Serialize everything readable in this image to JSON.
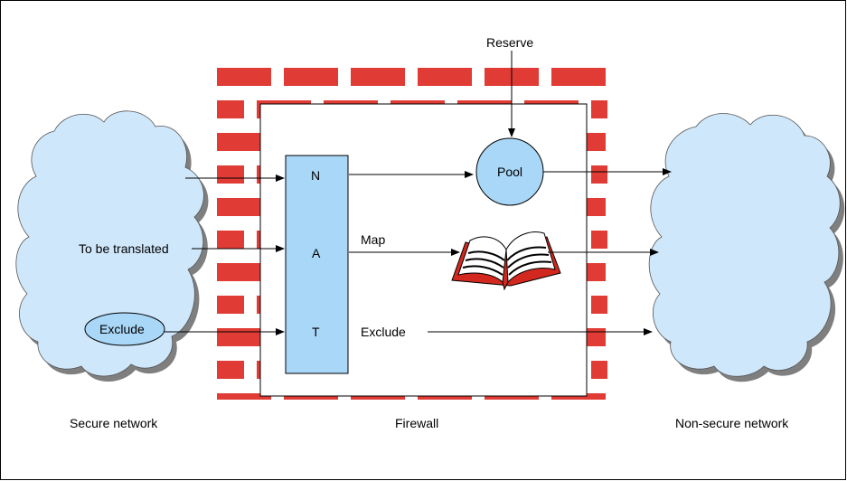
{
  "labels": {
    "reserve": "Reserve",
    "pool": "Pool",
    "nat_n": "N",
    "nat_a": "A",
    "nat_t": "T",
    "map": "Map",
    "exclude_flow": "Exclude",
    "to_be_translated": "To be translated",
    "exclude_bubble": "Exclude",
    "secure_network": "Secure network",
    "firewall": "Firewall",
    "non_secure_network": "Non-secure network"
  },
  "colors": {
    "brick": "#e03b34",
    "cloud": "#cfe7fb",
    "cloud_shadow": "#7f7f7f",
    "nat_box": "#a9d7f8",
    "pool": "#a9d7f8",
    "exclude_bubble": "#a9d7f8",
    "book_cover": "#d2281f"
  }
}
